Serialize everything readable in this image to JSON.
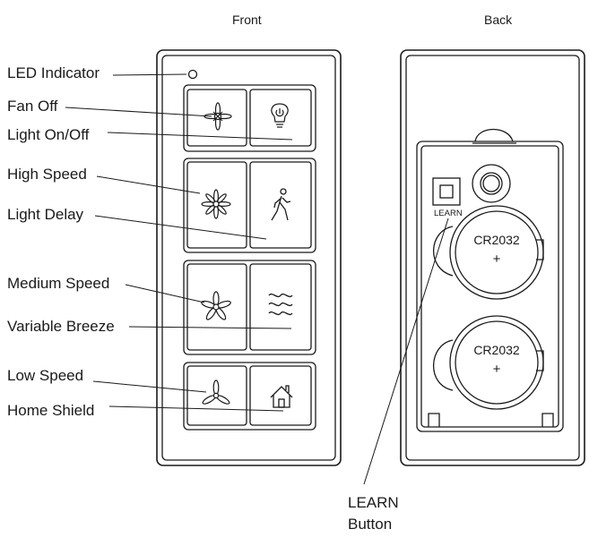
{
  "headers": {
    "front": "Front",
    "back": "Back"
  },
  "labels": {
    "led_indicator": "LED Indicator",
    "fan_off": "Fan Off",
    "light_onoff": "Light On/Off",
    "high_speed": "High Speed",
    "light_delay": "Light Delay",
    "medium_speed": "Medium Speed",
    "variable_breeze": "Variable Breeze",
    "low_speed": "Low Speed",
    "home_shield": "Home Shield"
  },
  "back": {
    "learn_tag": "LEARN",
    "battery_1": {
      "model": "CR2032",
      "polarity": "+"
    },
    "battery_2": {
      "model": "CR2032",
      "polarity": "+"
    }
  },
  "learn_button_caption": {
    "line1": "LEARN",
    "line2": "Button"
  },
  "colors": {
    "ink": "#1a1a1a",
    "paper": "#ffffff"
  }
}
